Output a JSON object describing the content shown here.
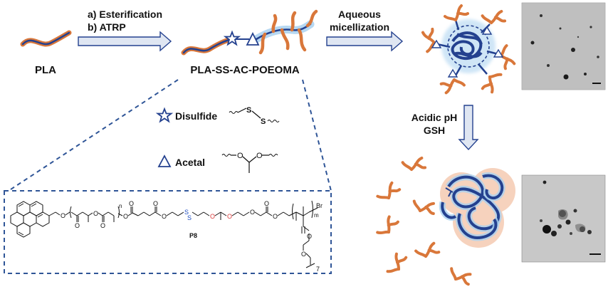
{
  "steps": {
    "step1_a": "a) Esterification",
    "step1_b": "b) ATRP",
    "step2_a": "Aqueous",
    "step2_b": "micellization",
    "step3_a": "Acidic pH",
    "step3_b": "GSH"
  },
  "labels": {
    "pla": "PLA",
    "copolymer": "PLA-SS-AC-POEOMA"
  },
  "legend": {
    "disulfide": "Disulfide",
    "acetal": "Acetal"
  },
  "structure": {
    "compound": "P8",
    "atoms": {
      "o1": "O",
      "o2": "O",
      "o3": "O",
      "o4": "O",
      "o5": "O",
      "o6": "O",
      "o7": "O",
      "o8": "O",
      "o9": "O",
      "o10": "O",
      "o11": "O",
      "o12": "O",
      "o13": "O",
      "o14": "O",
      "o15": "O",
      "s1": "S",
      "s2": "S",
      "br": "Br",
      "n": "n",
      "m": "m",
      "seven": "7"
    }
  },
  "legend_atoms": {
    "s1": "S",
    "s2": "S",
    "o1": "O",
    "o2": "O"
  },
  "colors": {
    "polymer_blue": "#24418f",
    "polymer_orange": "#d9773a",
    "glow": "#a9d1f0",
    "dashed": "#2f5597",
    "arrow_fill": "#dfe6f2",
    "sulfur": "#1f4ec2",
    "acetal_red": "#d93b3b",
    "core_halo": "#f6d2bd"
  }
}
